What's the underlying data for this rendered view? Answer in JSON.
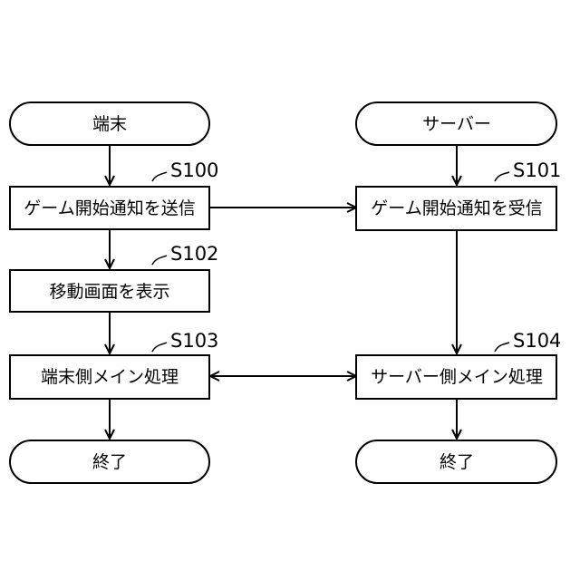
{
  "terminal_nodes": {
    "left_start": "端末",
    "right_start": "サーバー",
    "left_end": "終了",
    "right_end": "終了"
  },
  "process_steps": {
    "s100": {
      "label": "S100",
      "text": "ゲーム開始通知を送信"
    },
    "s101": {
      "label": "S101",
      "text": "ゲーム開始通知を受信"
    },
    "s102": {
      "label": "S102",
      "text": "移動画面を表示"
    },
    "s103": {
      "label": "S103",
      "text": "端末側メイン処理"
    },
    "s104": {
      "label": "S104",
      "text": "サーバー側メイン処理"
    }
  }
}
